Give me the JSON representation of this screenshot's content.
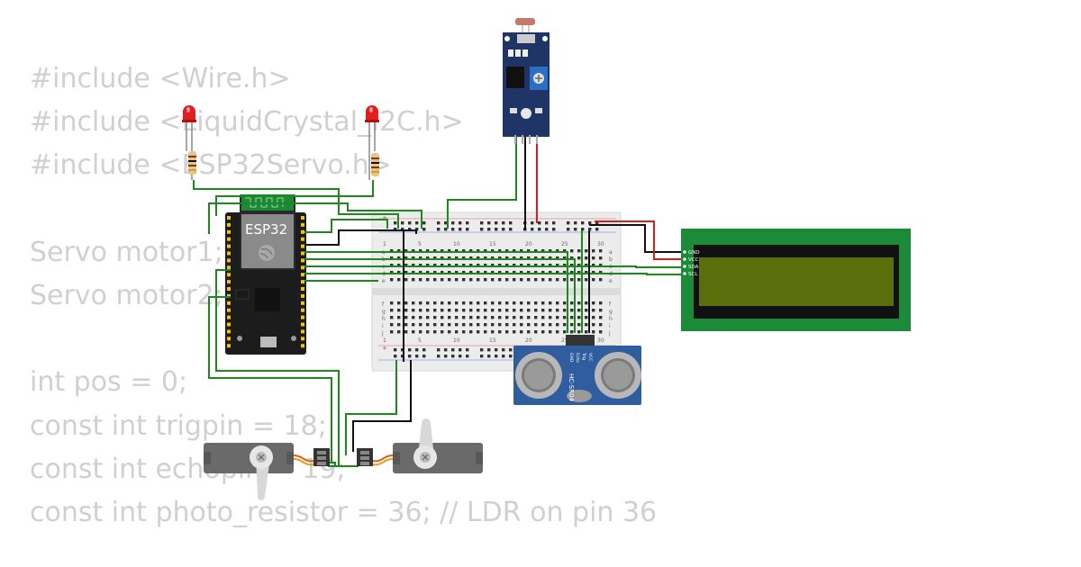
{
  "code_lines": [
    "#include <Wire.h>",
    "#include <LiquidCrystal_I2C.h>",
    "#include <ESP32Servo.h>",
    "",
    "Servo motor1;",
    "Servo motor2;",
    "",
    "int pos = 0;",
    "const int trigpin = 18;",
    "const int echopin = 19;",
    "const int photo_resistor = 36; // LDR on pin 36"
  ],
  "esp32": {
    "label": "ESP32"
  },
  "lcd": {
    "pins": [
      "GND",
      "VCC",
      "SDA",
      "SCL"
    ]
  },
  "ultrasonic": {
    "label": "HC-SR04",
    "pins": [
      "VCC",
      "Trig",
      "Echo",
      "GND"
    ]
  },
  "breadboard": {
    "numbers": [
      "1",
      "5",
      "10",
      "15",
      "20",
      "25",
      "30"
    ],
    "rows_top": [
      "a",
      "b",
      "c",
      "d",
      "e"
    ],
    "rows_bottom": [
      "f",
      "g",
      "h",
      "i",
      "j"
    ]
  },
  "colors": {
    "wire_green": "#1b8a1b",
    "wire_red": "#d61e1e",
    "wire_black": "#111111",
    "esp_board": "#1c1c1c",
    "lcd_pcb": "#1d8a3a",
    "lcd_screen": "#5a6e0c",
    "sensor_pcb": "#1e3566",
    "ultrasonic_pcb": "#2f5d9e",
    "servo_body": "#6a6a6a",
    "code_text": "#d0d0d0"
  }
}
